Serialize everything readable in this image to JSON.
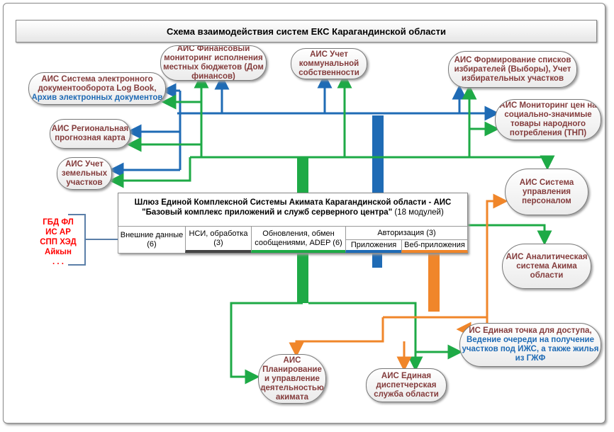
{
  "title": "Схема взаимодействия систем ЕКС Карагандинской области",
  "gateway": {
    "title": "Шлюз Единой Комплексной Системы Акимата Карагандинской области - АИС \"Базовый комплекс приложений и служб серверного центра\"",
    "count": "(18 модулей)",
    "modules": {
      "external": {
        "label": "Внешние данные",
        "count": "(6)"
      },
      "nsi": {
        "label": "НСИ, обработка",
        "count": "(3)"
      },
      "updates": {
        "label": "Обновления, обмен сообщениями, ADEP",
        "count": "(6)"
      },
      "auth": {
        "label": "Авторизация",
        "count": "(3)"
      },
      "apps": {
        "label": "Приложения"
      },
      "web": {
        "label": "Веб-приложения"
      }
    }
  },
  "external_sources": [
    "ГБД ФЛ",
    "ИС АР",
    "СПП ХЭД",
    "Айкын",
    ". . ."
  ],
  "systems": {
    "log_book": {
      "line1": "АИС Система электронного документооборота Log Book,",
      "line2": "Архив электронных документов"
    },
    "forecast_map": {
      "label": "АИС Региональная прогнозная карта"
    },
    "land_registry": {
      "label": "АИС Учет земельных участков"
    },
    "finance": {
      "label": "АИС Финансовый мониторинг исполнения местных бюджетов (Дом финансов)"
    },
    "utilities": {
      "label": "АИС Учет коммунальной собственности"
    },
    "elections": {
      "label": "АИС Формирование списков избирателей (Выборы), Учет избирательных участков"
    },
    "prices": {
      "label": "АИС Мониторинг цен на социально-значимые товары народного потребления (ТНП)"
    },
    "hr": {
      "label": "АИС Система управления персоналом"
    },
    "analytics": {
      "label": "АИС Аналитическая система Акима области"
    },
    "single_point": {
      "line1": "ИС Единая точка для доступа,",
      "line2": "Ведение очереди на получение участков под ИЖС, а также жилья из ГЖФ"
    },
    "dispatch": {
      "label": "АИС Единая диспетчерская служба области"
    },
    "planning": {
      "label": "АИС Планирование и управление деятельностью акимата"
    }
  },
  "colors": {
    "title_text": "#000000",
    "node_text": "#843c3c",
    "node_text_blue": "#1f6bb5",
    "external_text": "#ff0000",
    "link_blue": "#1f6bb5",
    "link_green": "#1eaa46",
    "link_orange": "#f0862a",
    "link_steel": "#5b7fa8"
  }
}
